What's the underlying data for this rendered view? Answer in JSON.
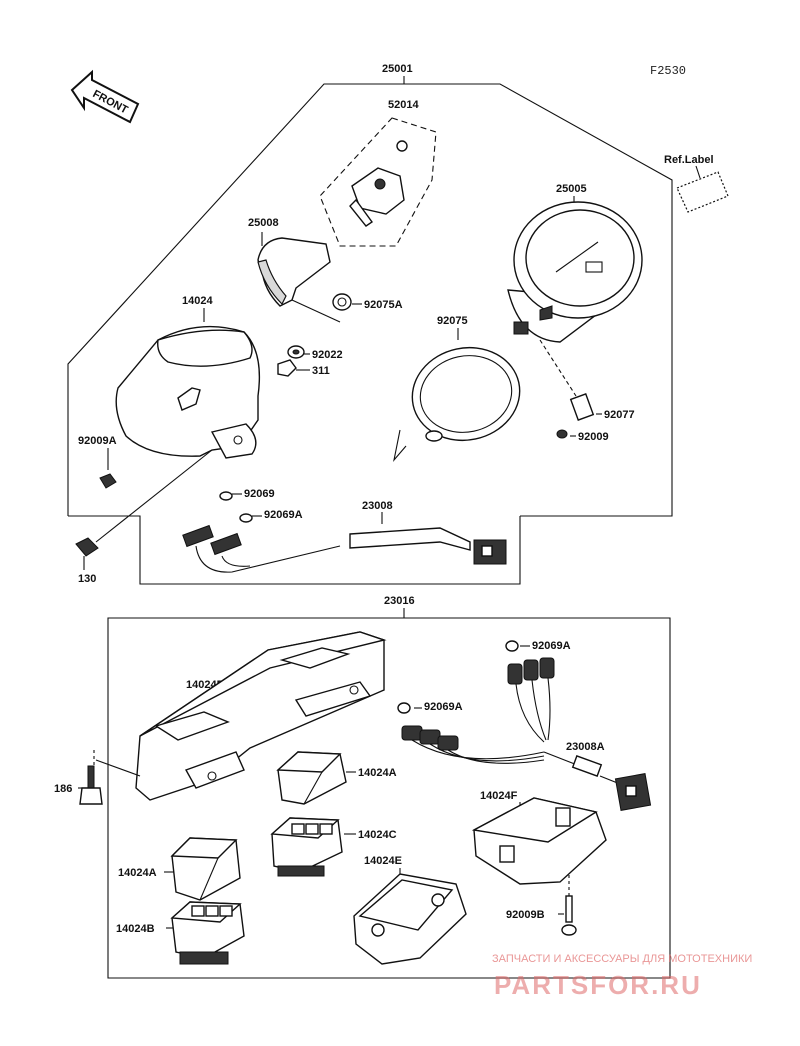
{
  "figure_code": "F2530",
  "front_label": "FRONT",
  "ref_label": "Ref.Label",
  "assembly_labels": {
    "meter_assembly": "25001",
    "case_assembly": "23016"
  },
  "part_labels": {
    "p52014": "52014",
    "p25005": "25005",
    "p25008": "25008",
    "p92075A": "92075A",
    "p14024": "14024",
    "p92022": "92022",
    "p311": "311",
    "p92075": "92075",
    "p92077": "92077",
    "p92009": "92009",
    "p92009A": "92009A",
    "p92069": "92069",
    "p92069A_top": "92069A",
    "p23008": "23008",
    "p130": "130",
    "p92069A_right": "92069A",
    "p14024D": "14024D",
    "p92069A_mid": "92069A",
    "p23008A": "23008A",
    "p186": "186",
    "p14024A_right": "14024A",
    "p14024F": "14024F",
    "p14024C": "14024C",
    "p14024E": "14024E",
    "p14024A_left": "14024A",
    "p14024B": "14024B",
    "p92009B": "92009B"
  },
  "watermark": {
    "line1": "ЗАПЧАСТИ И АКСЕССУАРЫ ДЛЯ МОТОТЕХНИКИ",
    "line2": "PARTSFOR.RU"
  }
}
